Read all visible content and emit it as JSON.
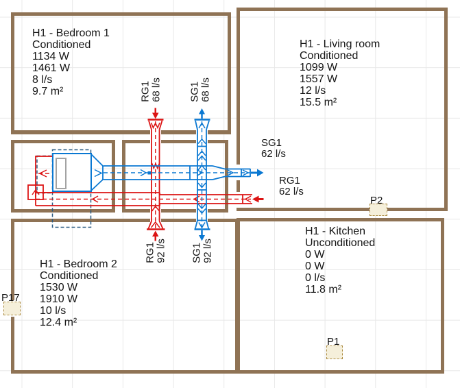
{
  "rooms": [
    {
      "id": "bedroom1",
      "lines": [
        "H1 - Bedroom 1",
        "Conditioned",
        "1134 W",
        "1461 W",
        "8 l/s",
        "9.7 m²"
      ]
    },
    {
      "id": "living_room",
      "lines": [
        "H1 - Living room",
        "Conditioned",
        "1099 W",
        "1557 W",
        "12 l/s",
        "15.5 m²"
      ]
    },
    {
      "id": "bedroom2",
      "lines": [
        "H1 - Bedroom 2",
        "Conditioned",
        "1530 W",
        "1910 W",
        "10 l/s",
        "12.4 m²"
      ]
    },
    {
      "id": "kitchen",
      "lines": [
        "H1 - Kitchen",
        "Unconditioned",
        "0 W",
        "0 W",
        "0 l/s",
        "11.8 m²"
      ]
    }
  ],
  "duct_labels": {
    "bedroom1_extract": {
      "name": "RG1",
      "flow": "68 l/s"
    },
    "bedroom1_supply": {
      "name": "SG1",
      "flow": "68 l/s"
    },
    "bedroom2_extract": {
      "name": "RG1",
      "flow": "92 l/s"
    },
    "bedroom2_supply": {
      "name": "SG1",
      "flow": "92 l/s"
    },
    "living_supply": {
      "name": "SG1",
      "flow": "62 l/s"
    },
    "living_extract": {
      "name": "RG1",
      "flow": "62 l/s"
    }
  },
  "markers": {
    "p17": "P17",
    "p2": "P2",
    "p1": "P1"
  },
  "colors": {
    "wall": "#8f7355",
    "supply": "#0a78d2",
    "extract": "#dc1414",
    "clearance": "#2a5b82",
    "grid": "#e8e8e8",
    "marker_fill": "#f5efda",
    "marker_border": "#ab8a3f"
  }
}
